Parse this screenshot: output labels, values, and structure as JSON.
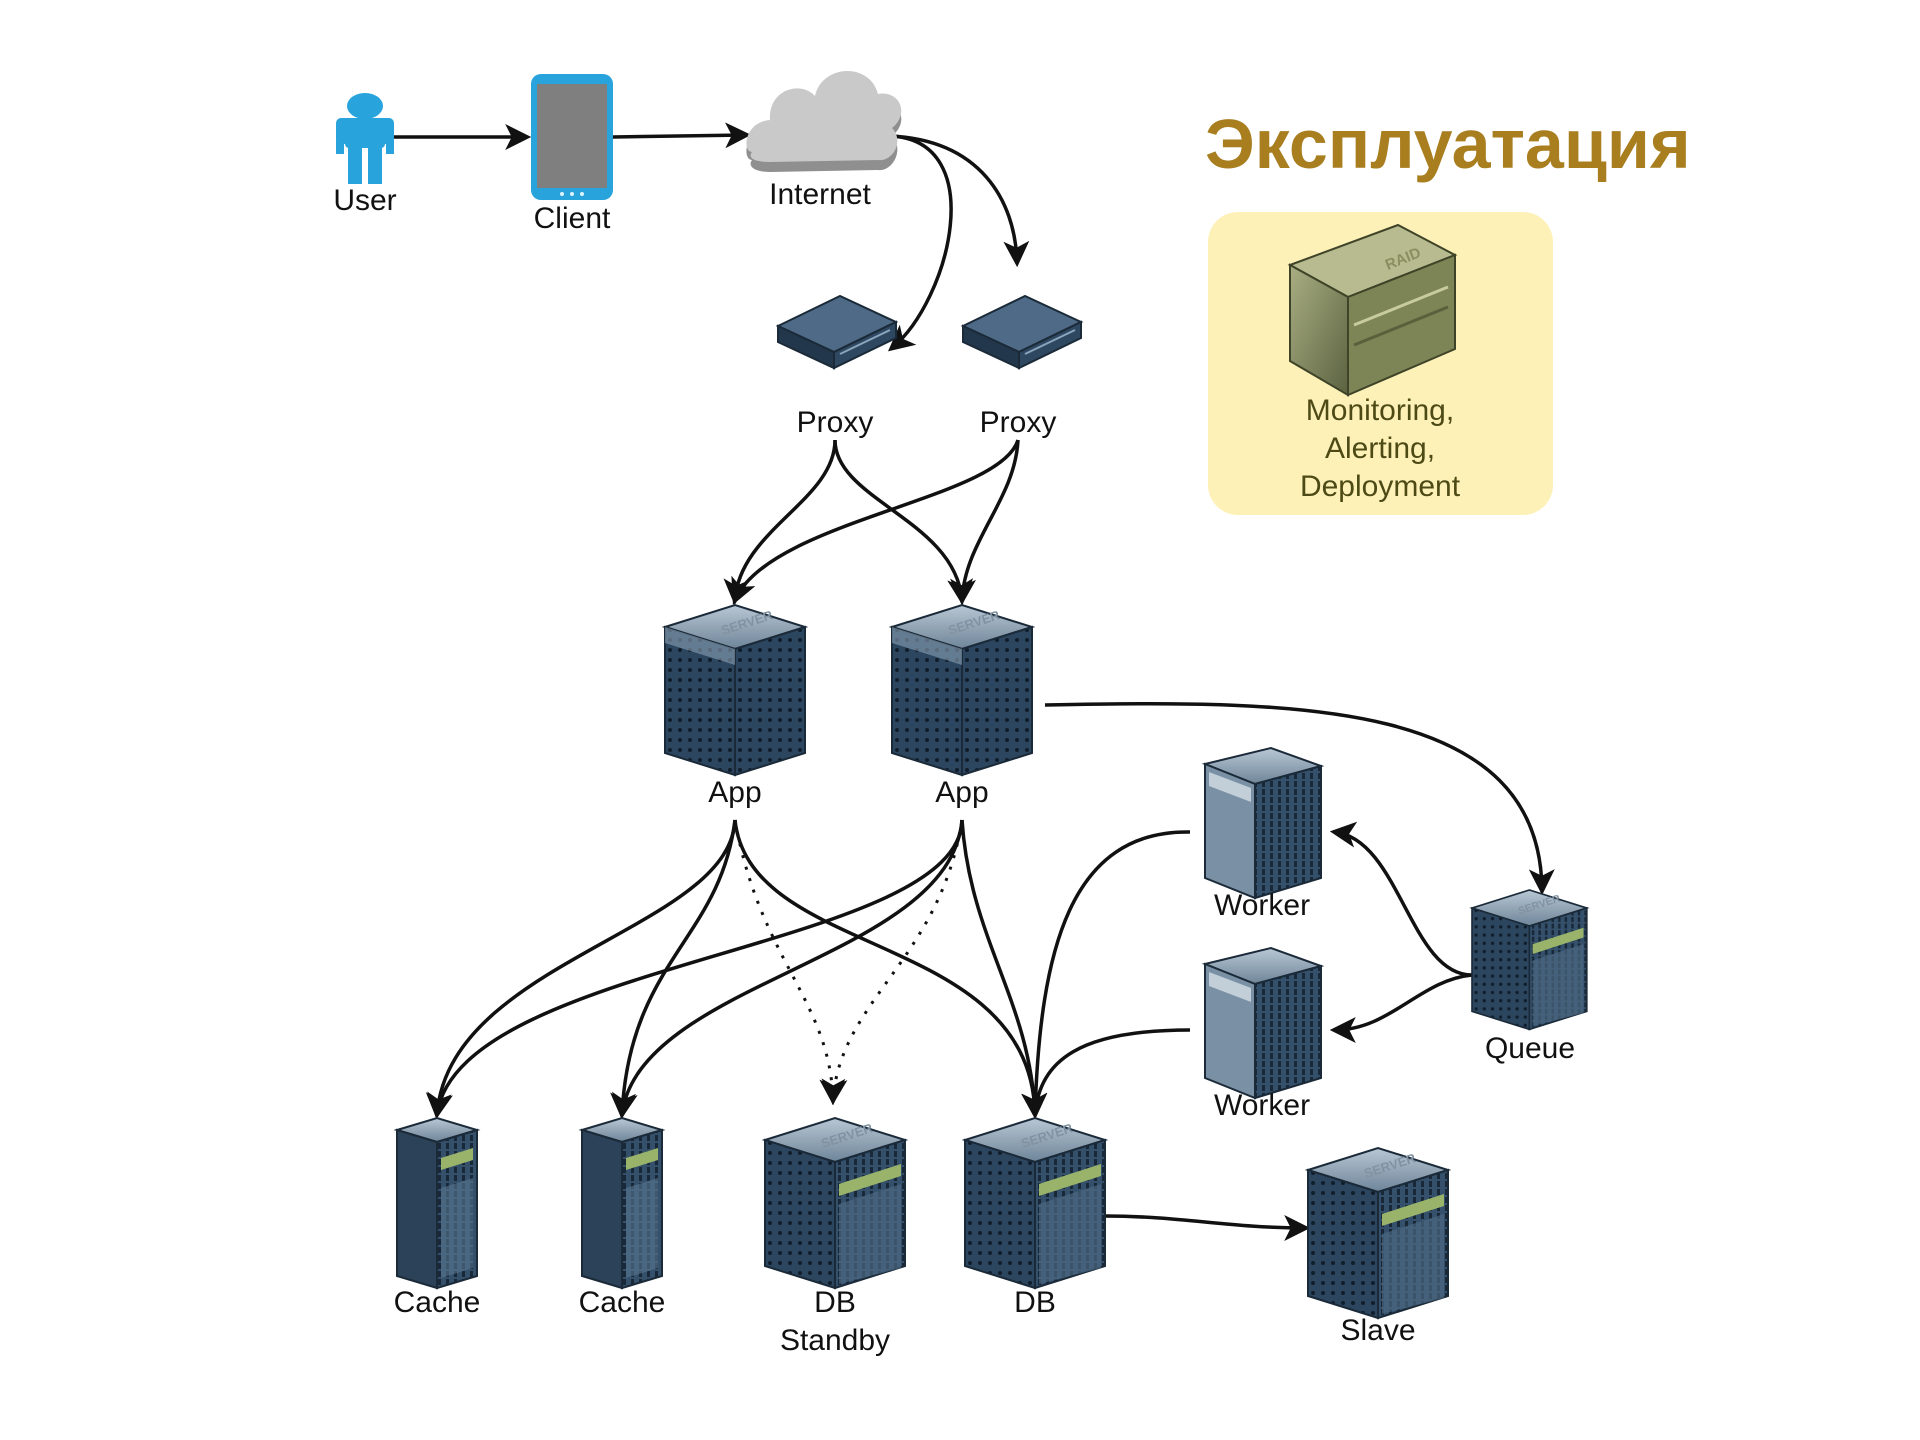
{
  "title": "Эксплуатация",
  "colors": {
    "title": "#a87e1f",
    "panel": "#fdf1b8",
    "panel_text": "#4d4a16",
    "accent": "#29a3dc",
    "server_dark": "#23374b",
    "server_mid": "#3d5a76",
    "cloud": "#c9c9c9",
    "raid": "#7d8456"
  },
  "monitoring": {
    "line1": "Monitoring,",
    "line2": "Alerting,",
    "line3": "Deployment",
    "icon": "raid-storage-icon"
  },
  "nodes": {
    "user": "User",
    "client": "Client",
    "internet": "Internet",
    "proxy1": "Proxy",
    "proxy2": "Proxy",
    "app1": "App",
    "app2": "App",
    "worker1": "Worker",
    "worker2": "Worker",
    "queue": "Queue",
    "cache1": "Cache",
    "cache2": "Cache",
    "db_standby_1": "DB",
    "db_standby_2": "Standby",
    "db": "DB",
    "slave": "Slave"
  },
  "icons": {
    "user": "user-person-icon",
    "client": "tablet-device-icon",
    "internet": "cloud-icon",
    "proxy": "proxy-appliance-icon",
    "server": "server-cube-icon",
    "rack": "server-rack-icon"
  }
}
